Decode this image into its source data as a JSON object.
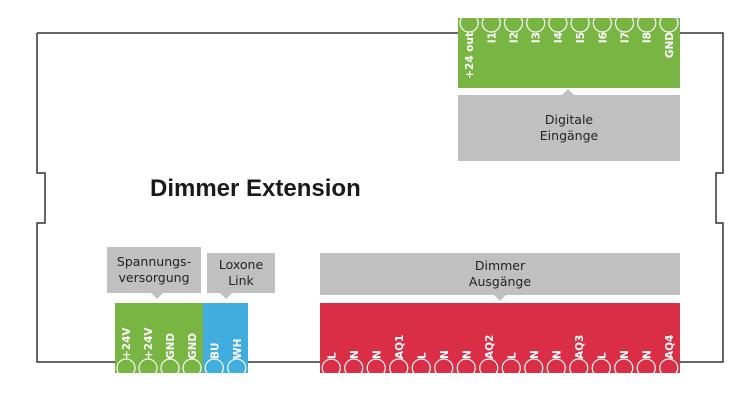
{
  "device_title": "Dimmer Extension",
  "colors": {
    "green": "#78b542",
    "blue": "#41addf",
    "red": "#d92e46",
    "label_bg": "#c0c0c0",
    "outline": "#333333"
  },
  "digital_inputs": {
    "label_lines": [
      "Digitale",
      "Eingänge"
    ],
    "terminals": [
      "+24 out",
      "I1",
      "I2",
      "I3",
      "I4",
      "I5",
      "I6",
      "I7",
      "I8",
      "GND"
    ]
  },
  "power_supply": {
    "label_lines": [
      "Spannungs-",
      "versorgung"
    ],
    "terminals": [
      "+24V",
      "+24V",
      "GND",
      "GND"
    ]
  },
  "loxone_link": {
    "label_lines": [
      "Loxone",
      "Link"
    ],
    "terminals": [
      "BU",
      "WH"
    ]
  },
  "dimmer_outputs": {
    "label_lines": [
      "Dimmer",
      "Ausgänge"
    ],
    "terminals": [
      "L",
      "N",
      "N",
      "AQ1",
      "L",
      "N",
      "N",
      "AQ2",
      "L",
      "N",
      "N",
      "AQ3",
      "L",
      "N",
      "N",
      "AQ4"
    ]
  }
}
